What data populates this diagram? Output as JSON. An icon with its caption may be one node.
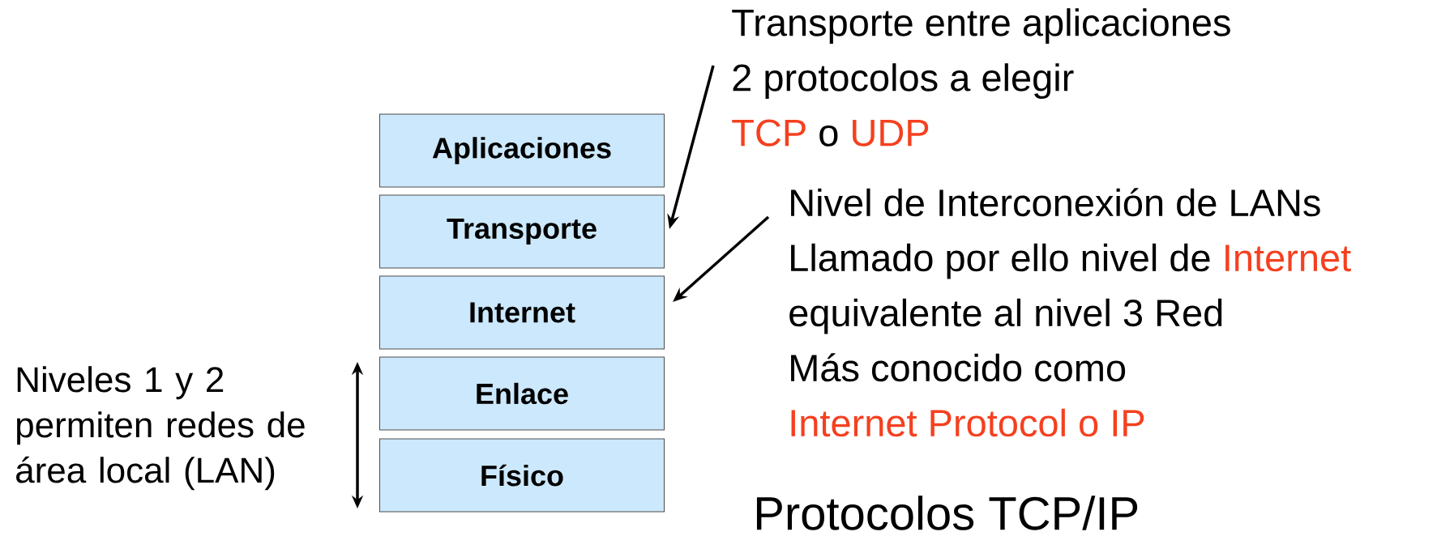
{
  "diagram": {
    "title": "Protocolos TCP/IP",
    "nodes": [
      {
        "text": [
          "Aplicaciones"
        ]
      },
      {
        "text": [
          "Transporte"
        ]
      },
      {
        "text": [
          "Internet"
        ]
      },
      {
        "text": [
          "Enlace"
        ]
      },
      {
        "text": [
          "Físico"
        ]
      },
      {
        "text": [
          "Transporte entre aplicaciones",
          "2 protocolos a elegir",
          "TCP",
          "o",
          "UDP"
        ]
      },
      {
        "text": [
          "Nivel de Interconexión de LANs",
          "Llamado por ello nivel de",
          "Internet",
          "equivalente al nivel 3 Red",
          "Más conocido como",
          "Internet Protocol o IP"
        ]
      }
    ],
    "edges": [
      {
        "from": 5,
        "to": 1,
        "arrow": "to"
      },
      {
        "from": 6,
        "to": 2,
        "arrow": "to"
      }
    ],
    "labels": [
      "Niveles 1 y 2 permiten redes de área local (LAN)"
    ]
  }
}
